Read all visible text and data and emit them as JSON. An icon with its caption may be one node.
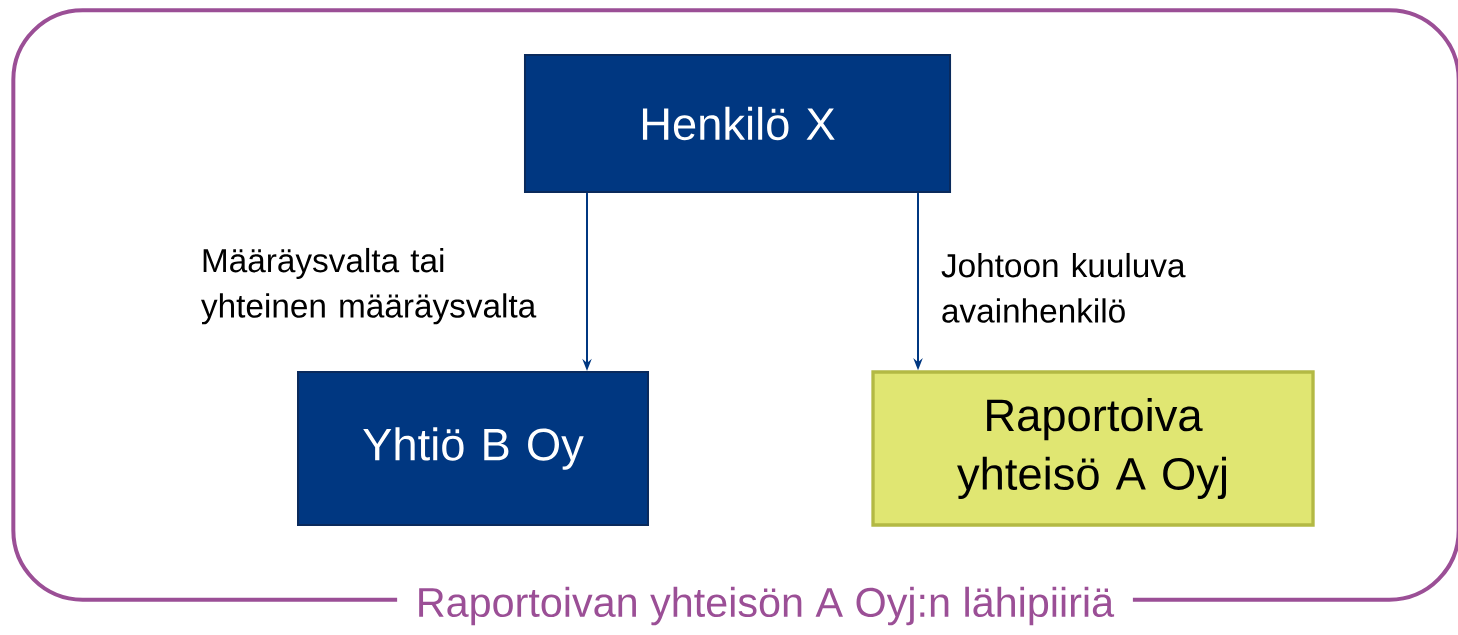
{
  "diagram": {
    "nodes": [
      {
        "text": [
          "Raportoivan yhteisön A Oyj:n lähipiiriä"
        ]
      },
      {
        "text": [
          "Henkilö X"
        ],
        "in": 0
      },
      {
        "text": [
          "Yhtiö B Oy"
        ],
        "in": 0
      },
      {
        "text": [
          "Raportoiva yhteisö A Oyj"
        ],
        "in": 0
      }
    ],
    "edges": [
      {
        "from": 1,
        "to": 2,
        "arrow": "to",
        "label": "Määräysvalta tai yhteinen määräysvalta"
      },
      {
        "from": 1,
        "to": 3,
        "arrow": "to",
        "label": "Johtoon kuuluva avainhenkilö"
      }
    ]
  }
}
